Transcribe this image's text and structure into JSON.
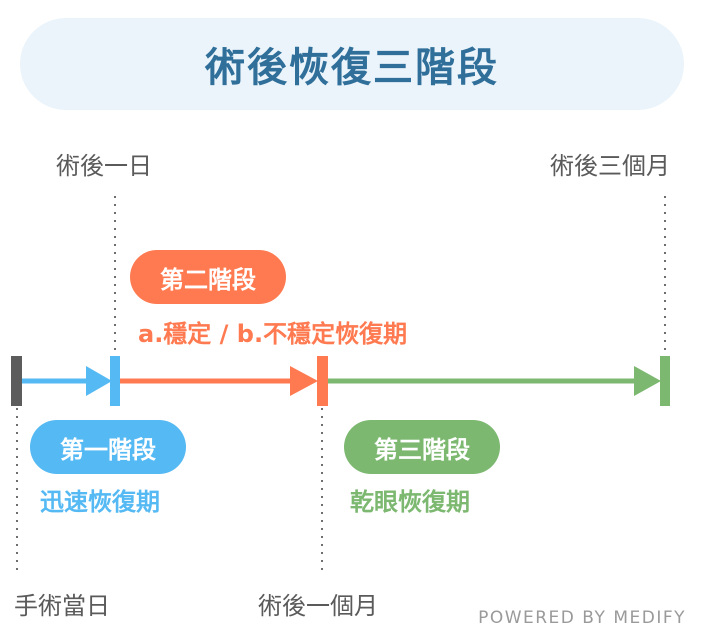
{
  "title": "術後恢復三階段",
  "milestones": {
    "day_of_surgery": "手術當日",
    "post_op_day1": "術後一日",
    "post_op_month1": "術後一個月",
    "post_op_month3": "術後三個月"
  },
  "phases": [
    {
      "label": "第一階段",
      "subtitle": "迅速恢復期",
      "color": "#55b9f3"
    },
    {
      "label": "第二階段",
      "subtitle": "a.穩定 / b.不穩定恢復期",
      "color": "#ff7a50"
    },
    {
      "label": "第三階段",
      "subtitle": "乾眼恢復期",
      "color": "#7cb870"
    }
  ],
  "colors": {
    "start_tick": "#5c5c5c",
    "dotted_line": "#6e6e6e",
    "title_bg": "#ebf4fb",
    "title_text": "#2f6f9a"
  },
  "footer": "POWERED BY MEDIFY"
}
